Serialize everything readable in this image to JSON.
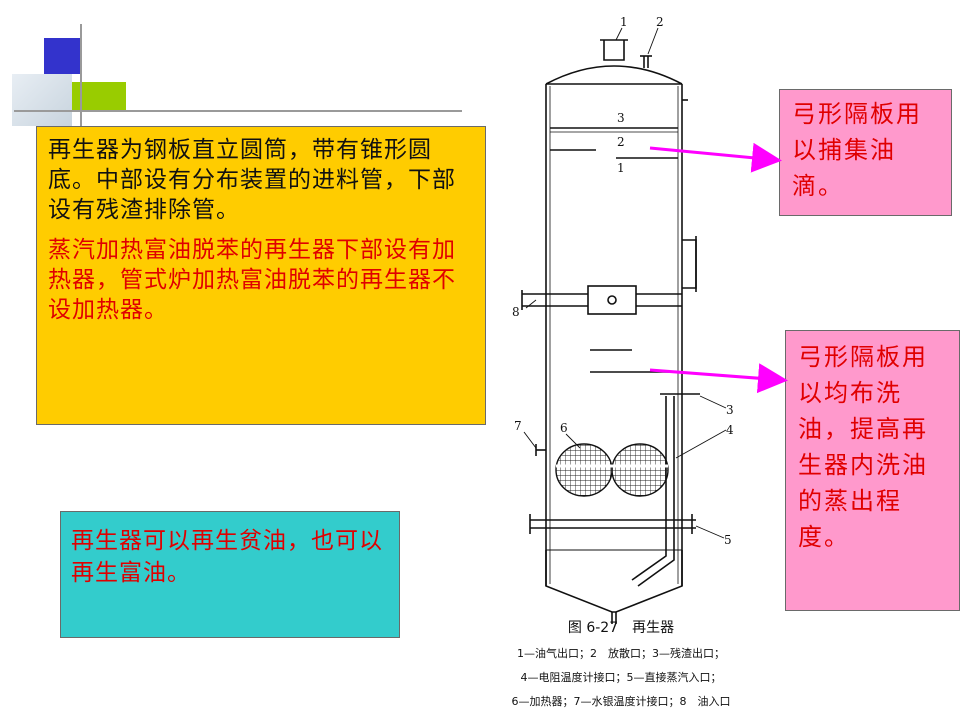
{
  "yellow_box": {
    "paragraph1": "再生器为钢板直立圆筒，带有锥形圆底。中部设有分布装置的进料管，下部设有残渣排除管。",
    "paragraph2": "蒸汽加热富油脱苯的再生器下部设有加热器，管式炉加热富油脱苯的再生器不设加热器。"
  },
  "cyan_box": {
    "text": "再生器可以再生贫油，也可以再生富油。"
  },
  "pink_box_top": {
    "text": "弓形隔板用以捕集油滴。"
  },
  "pink_box_bottom": {
    "text": "弓形隔板用以均布洗油，提高再生器内洗油的蒸出程度。"
  },
  "figure": {
    "callouts": {
      "c1": "1",
      "c2": "2",
      "inner3": "3",
      "inner2": "2",
      "inner1": "1",
      "c8": "8",
      "c3": "3",
      "c4": "4",
      "c7": "7",
      "c6": "6",
      "c5": "5"
    },
    "caption_title": "图 6-27　再生器",
    "legend_line1": "1—油气出口；2　放散口；3—残渣出口；",
    "legend_line2": "4—电阻温度计接口；5—直接蒸汽入口；",
    "legend_line3": "6—加热器；7—水银温度计接口；8　油入口"
  },
  "colors": {
    "yellow_box_bg": "#ffcc00",
    "cyan_box_bg": "#33cccc",
    "pink_box_bg": "#ff99cc",
    "emphasis_text": "#e00000",
    "arrow": "#ff00ff",
    "deco_blue": "#3333cc",
    "deco_green": "#99cc00"
  }
}
